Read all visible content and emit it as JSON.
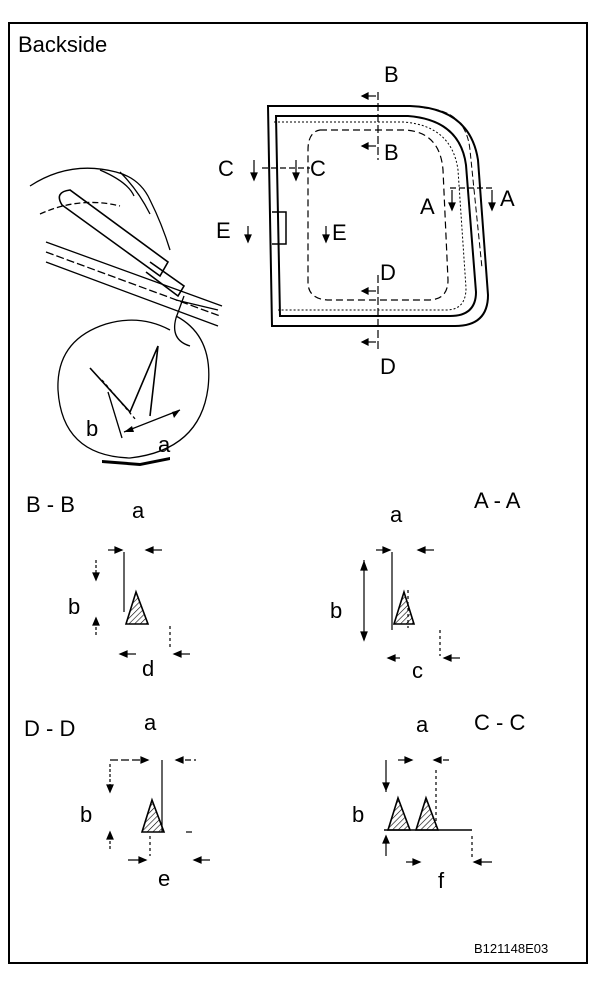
{
  "header": {
    "title": "Backside"
  },
  "figure_id": "B121148E03",
  "main_view": {
    "section_marks": {
      "b_top": "B",
      "b_inner": "B",
      "c_outer": "C",
      "c_inner": "C",
      "a_inner": "A",
      "a_outer": "A",
      "e_outer": "E",
      "e_inner": "E",
      "d_inner": "D",
      "d_bottom": "D"
    }
  },
  "detail_view": {
    "dim_b": "b",
    "dim_a": "a"
  },
  "sections": {
    "bb": {
      "title": "B - B",
      "dim_a": "a",
      "dim_b": "b",
      "dim_other": "d"
    },
    "aa": {
      "title": "A - A",
      "dim_a": "a",
      "dim_b": "b",
      "dim_other": "c"
    },
    "dd": {
      "title": "D - D",
      "dim_a": "a",
      "dim_b": "b",
      "dim_other": "e"
    },
    "cc": {
      "title": "C - C",
      "dim_a": "a",
      "dim_b": "b",
      "dim_other": "f"
    }
  }
}
